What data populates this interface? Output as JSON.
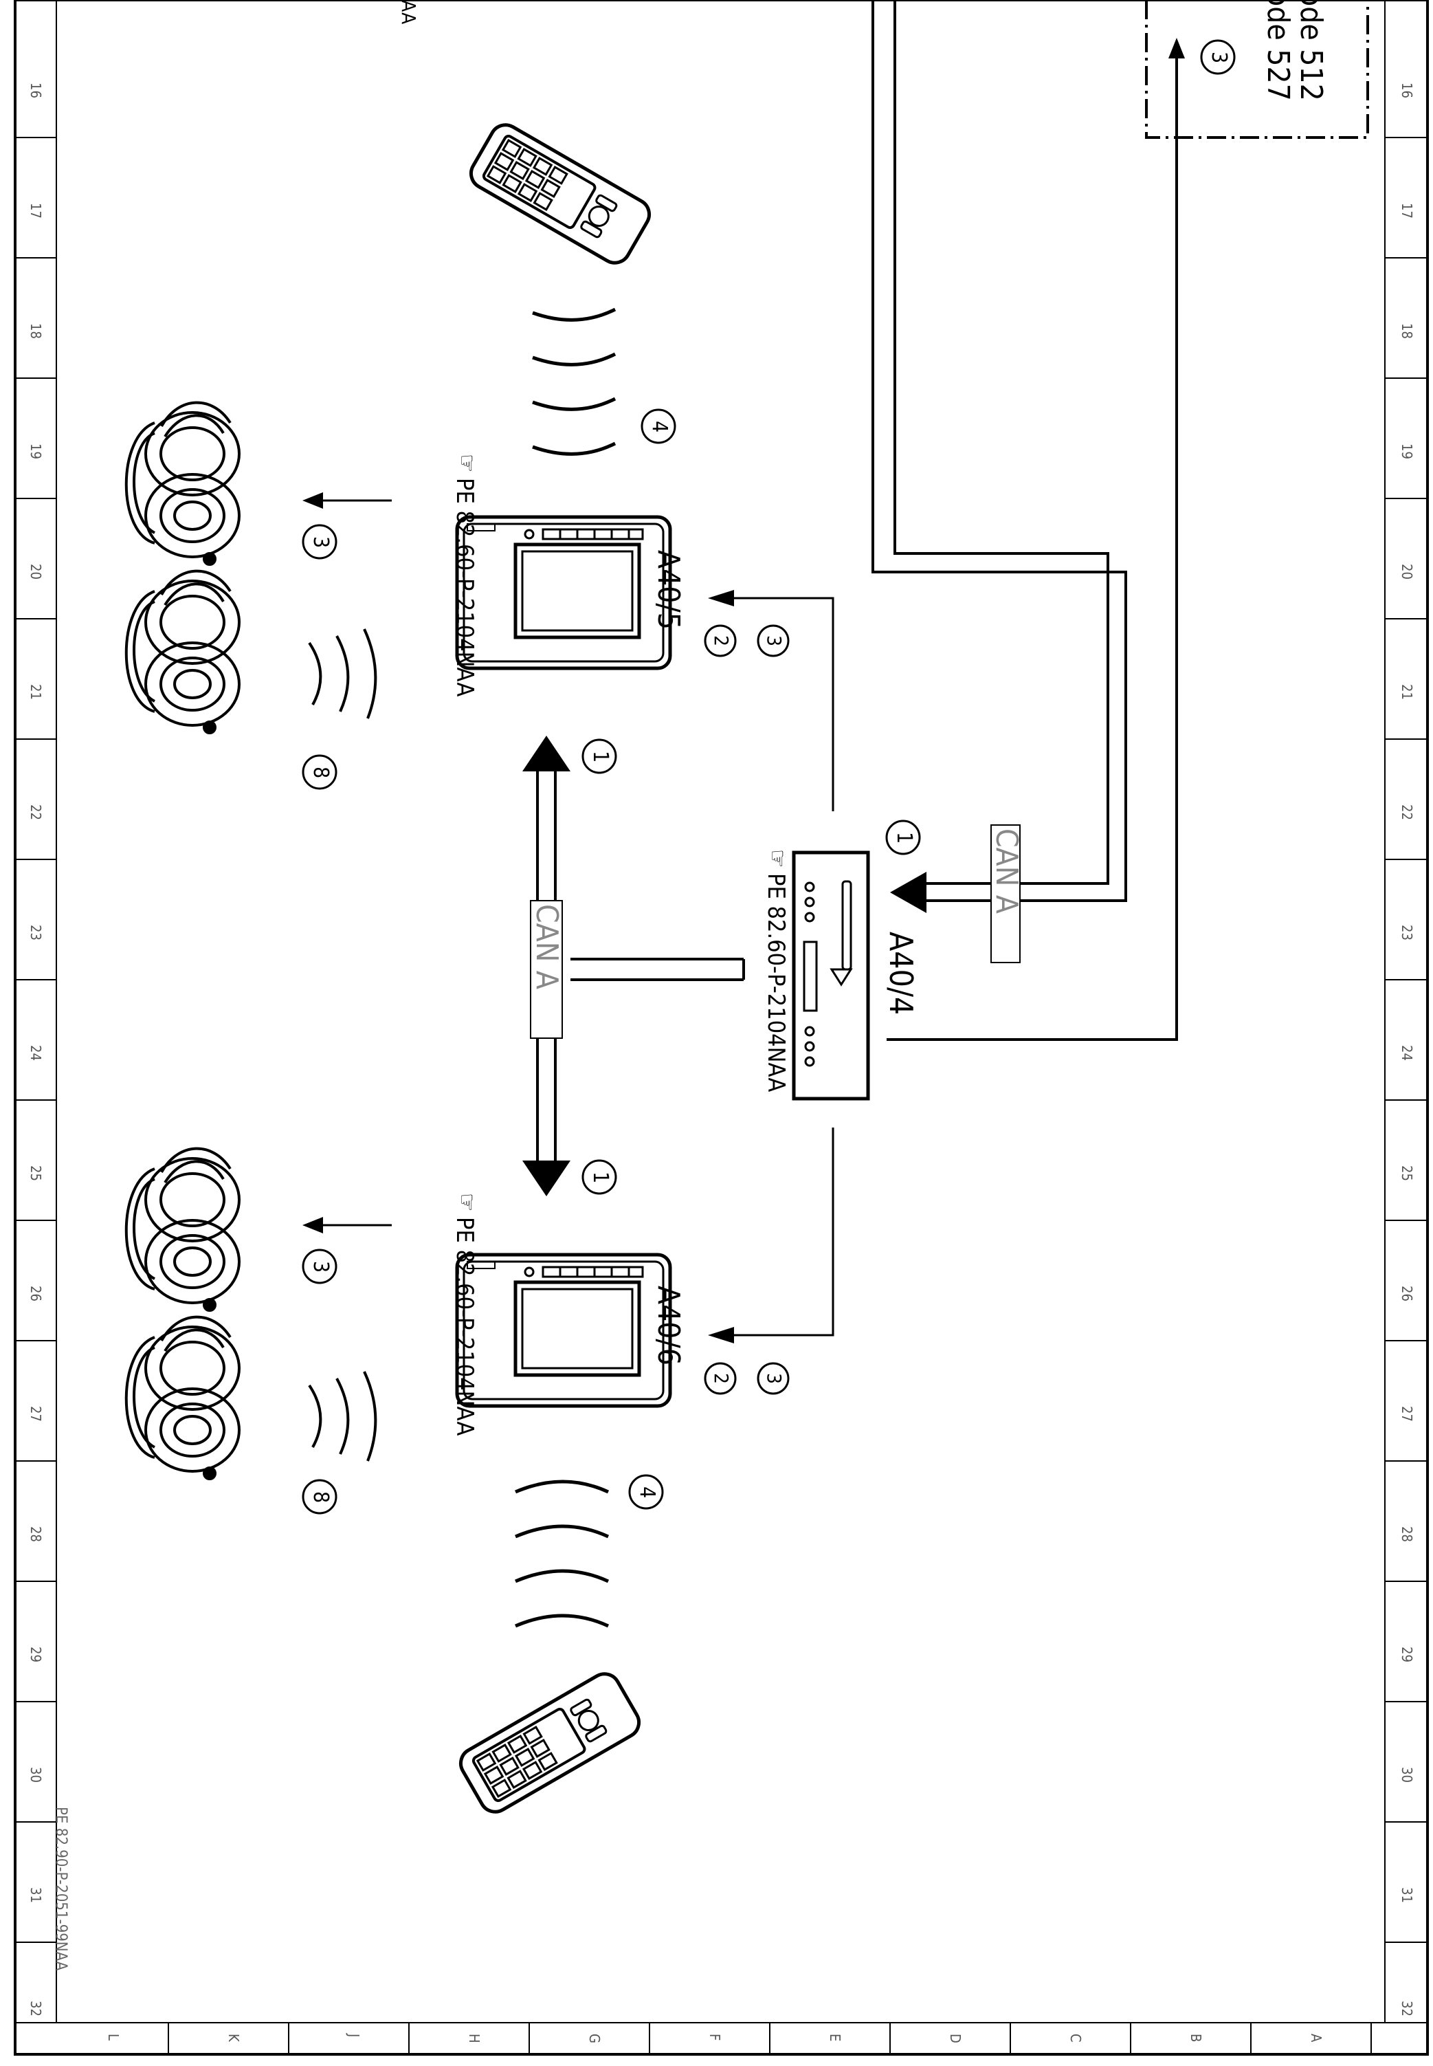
{
  "labels": {
    "control_unit": "A40/4",
    "display_left": "A40/5",
    "display_right": "A40/6",
    "ref_control_unit": "PE 82.60-P-2104NAA",
    "ref_display_left": "PE 82.60-P-2104NAA",
    "ref_display_right": "PE 82.60-P-2104NAA",
    "bus_upper": "CAN A",
    "bus_lower": "CAN A",
    "code_512": "ode 512",
    "code_527": "ode 527",
    "cut_text": "AA",
    "document_id": "PE 82.90-P-2051-99NAA"
  },
  "callouts": {
    "n1": "1",
    "n2": "2",
    "n3": "3",
    "n4": "4",
    "n8": "8"
  },
  "grid": {
    "columns": [
      "16",
      "17",
      "18",
      "19",
      "20",
      "21",
      "22",
      "23",
      "24",
      "25",
      "26",
      "27",
      "28",
      "29",
      "30",
      "31",
      "32"
    ],
    "rows": [
      "L",
      "K",
      "J",
      "H",
      "G",
      "F",
      "E",
      "D",
      "C",
      "B",
      "A"
    ]
  }
}
